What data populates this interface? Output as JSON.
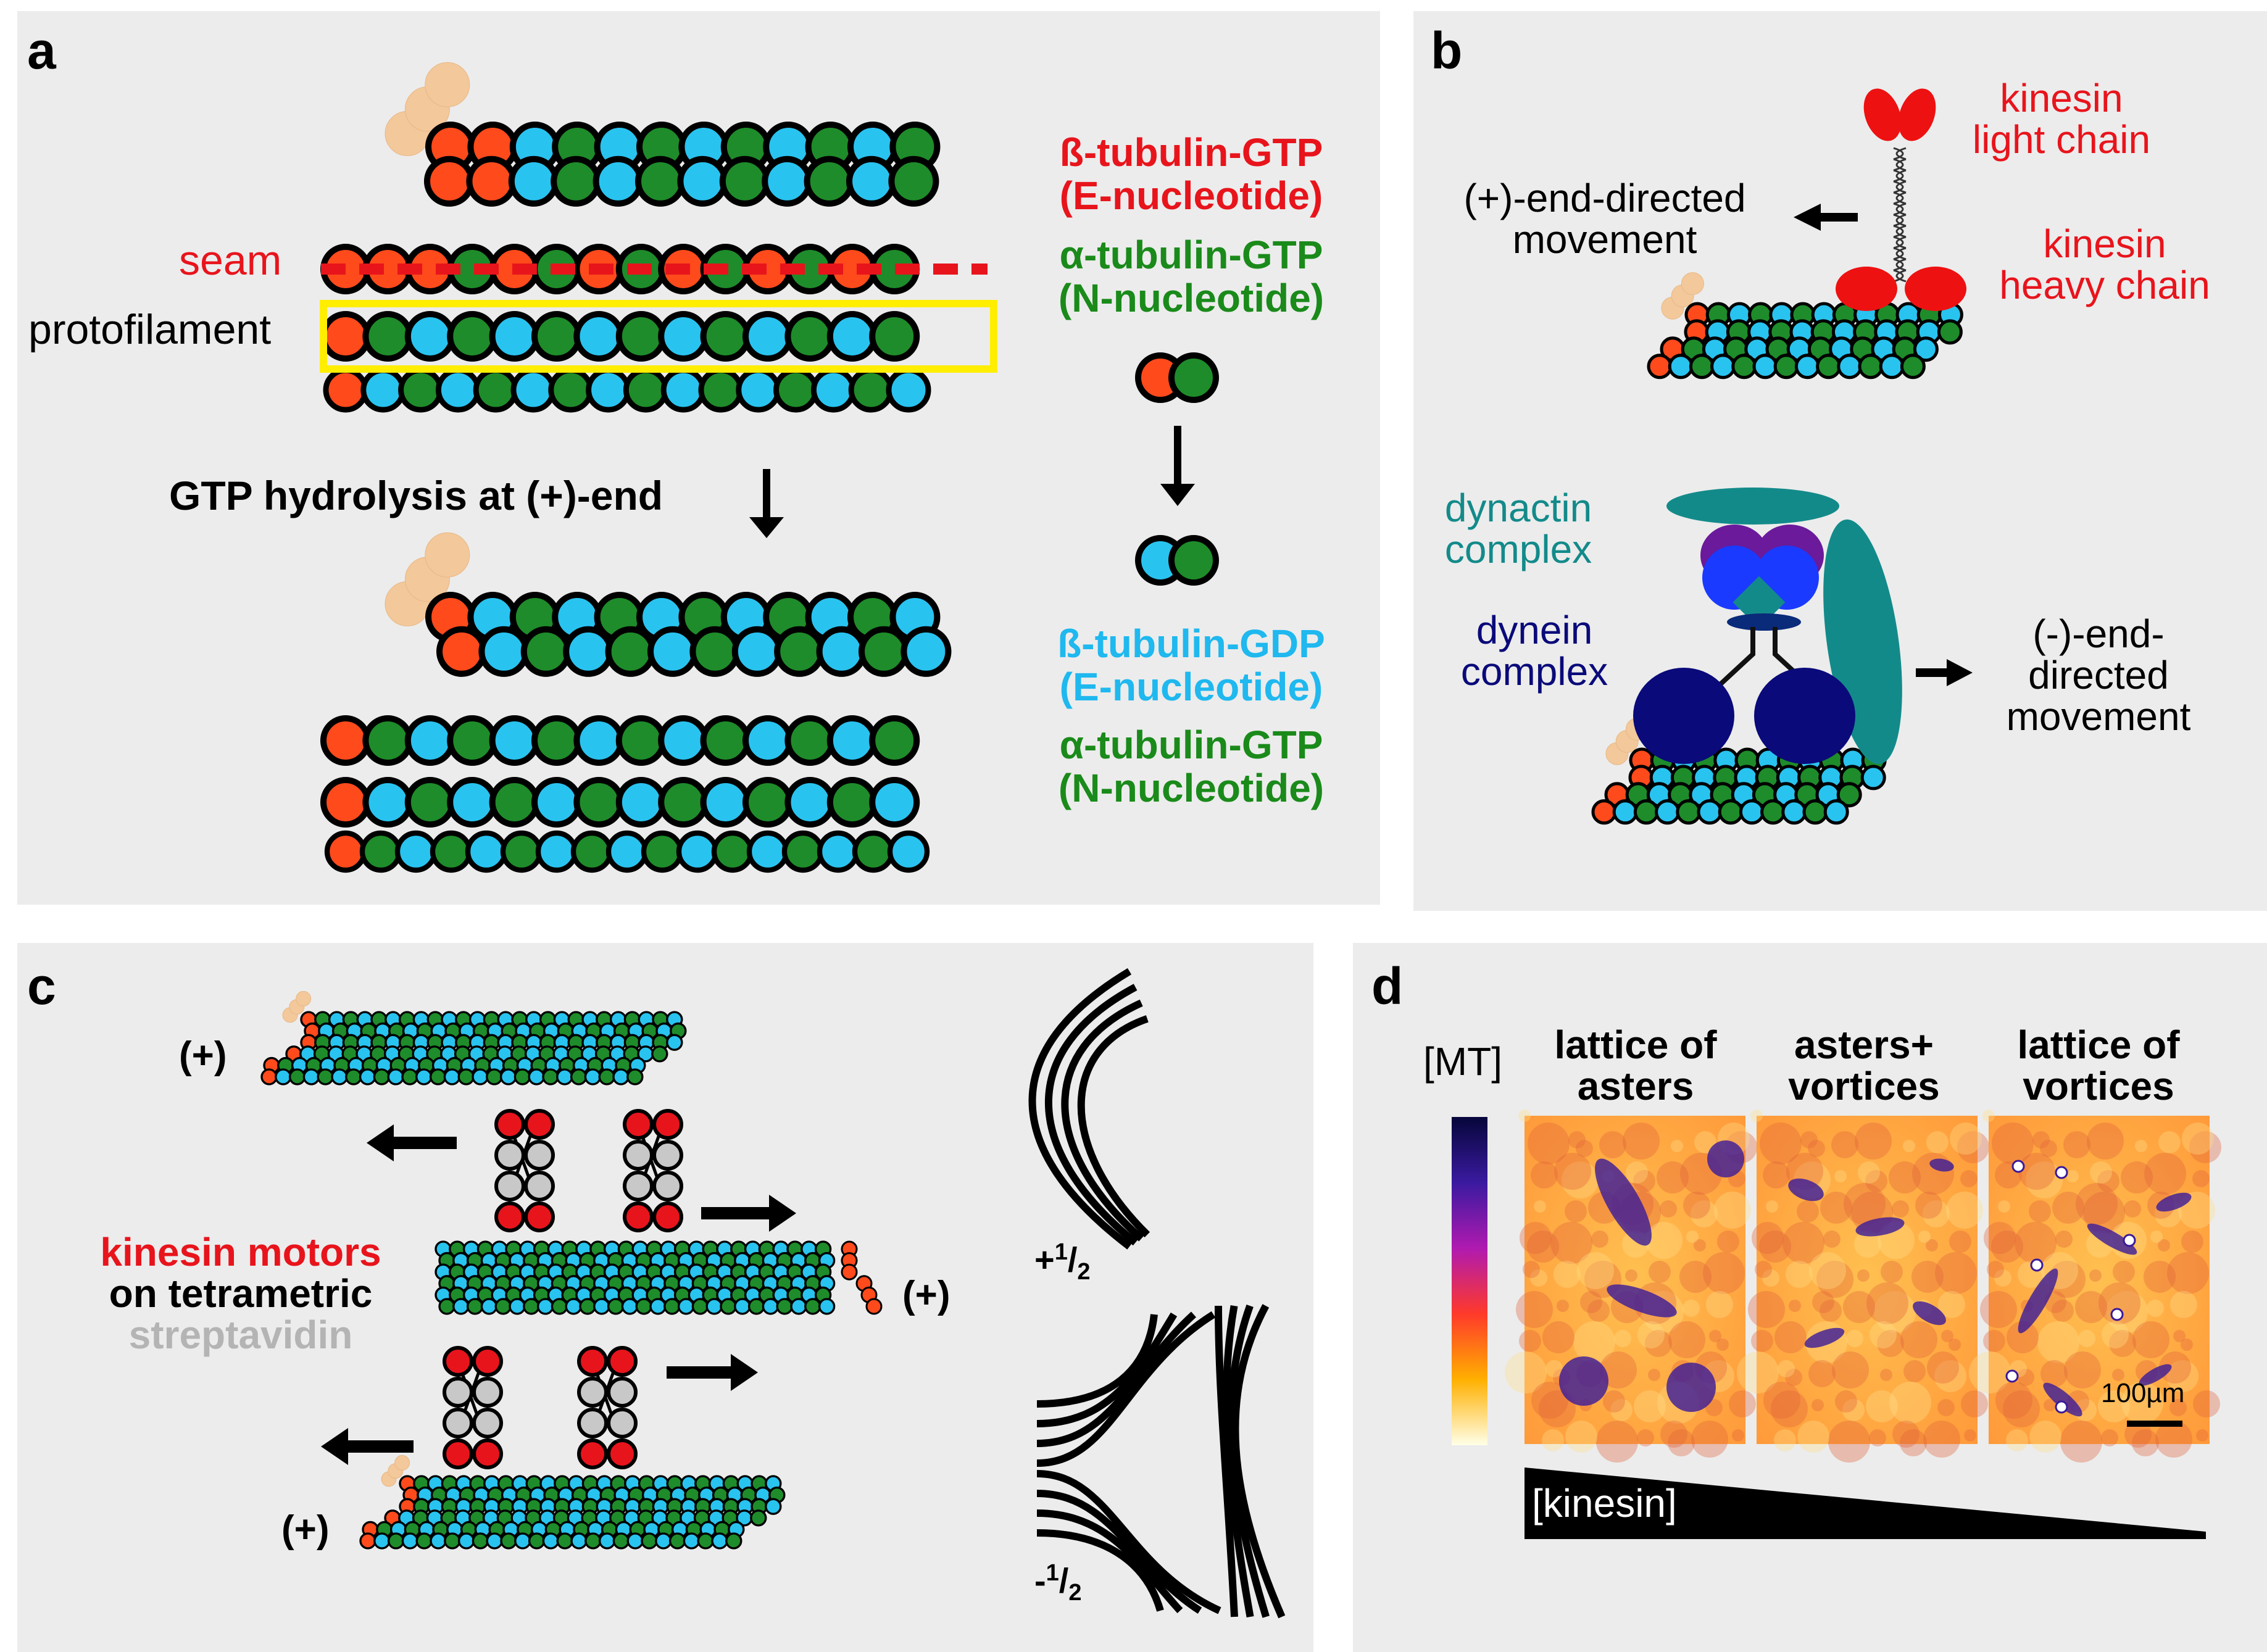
{
  "panel_a": {
    "label": "a",
    "seam": "seam",
    "protofilament": "protofilament",
    "hydrolysis": "GTP hydrolysis at (+)-end",
    "beta_gtp": "ß-tubulin-GTP",
    "beta_gtp_sub": "(E-nucleotide)",
    "alpha_gtp": "α-tubulin-GTP",
    "alpha_gtp_sub": "(N-nucleotide)",
    "beta_gdp": "ß-tubulin-GDP",
    "beta_gdp_sub": "(E-nucleotide)",
    "alpha_gtp2": "α-tubulin-GTP",
    "alpha_gtp2_sub": "(N-nucleotide)"
  },
  "panel_b": {
    "label": "b",
    "kinesin_light_1": "kinesin",
    "kinesin_light_2": "light chain",
    "kinesin_heavy_1": "kinesin",
    "kinesin_heavy_2": "heavy chain",
    "plus_move_1": "(+)-end-directed",
    "plus_move_2": "movement",
    "dynactin_1": "dynactin",
    "dynactin_2": "complex",
    "dynein_1": "dynein",
    "dynein_2": "complex",
    "minus_move_1": "(-)-end-",
    "minus_move_2": "directed",
    "minus_move_3": "movement"
  },
  "panel_c": {
    "label": "c",
    "plus_1": "(+)",
    "plus_2": "(+)",
    "plus_3": "(+)",
    "motors_1": "kinesin motors",
    "motors_2": "on tetrametric",
    "motors_3": "streptavidin",
    "defect_plus_sign": "+",
    "defect_minus_sign": "-",
    "defect_num": "1",
    "defect_den": "2"
  },
  "panel_d": {
    "label": "d",
    "mt": "[MT]",
    "col1_1": "lattice of",
    "col1_2": "asters",
    "col2_1": "asters+",
    "col2_2": "vortices",
    "col3_1": "lattice of",
    "col3_2": "vortices",
    "scale": "100µm",
    "kinesin": "[kinesin]"
  },
  "colors": {
    "beta_gtp": "#ff4a1c",
    "alpha": "#1e8c2a",
    "beta_gdp": "#29c3f0",
    "red_text": "#e8141c",
    "green_text": "#1a8a1a",
    "cyan_text": "#1fb8ef",
    "teal": "#138a8a",
    "navy": "#0a0a7a",
    "gray_text": "#b4b4b4"
  }
}
